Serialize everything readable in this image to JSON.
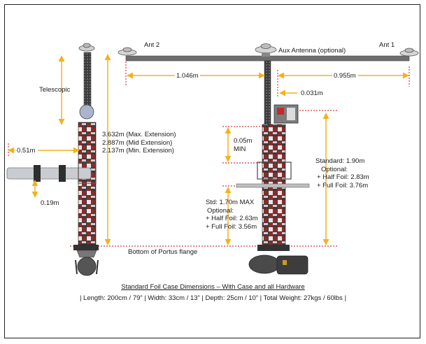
{
  "antennas": {
    "ant2": "Ant 2",
    "ant1": "Ant 1",
    "aux": "Aux Antenna (optional)"
  },
  "measurements": {
    "telescopic": "Telescopic",
    "left_boom_span": "1.046m",
    "right_boom_span": "0.955m",
    "mast_offset": "0.031m",
    "arm_length": "0.51m",
    "clamp_height": "0.19m",
    "extension_lines": [
      "3.632m (Max. Extension)",
      "2.887m (Mid Extension)",
      "2.137m (Min. Extension)"
    ],
    "gap_lines": [
      "0.05m",
      "MIN"
    ],
    "standard_lines": [
      "Standard: 1.90m",
      "Optional:",
      "+ Half Foil: 2.83m",
      "+ Full Foil: 3.76m"
    ],
    "std_max_lines": [
      "Std: 1.70m  MAX",
      "Optional:",
      "+ Half Foil: 2.63m",
      "+ Full Foil: 3.56m"
    ],
    "flange": "Bottom of Portus flange"
  },
  "footer": {
    "title": "Standard Foil Case Dimensions – With Case and all Hardware",
    "specs": "|  Length: 200cm / 79”  |  Width: 33cm / 13”  |  Depth: 25cm / 10”  |  Total Weight: 27kgs / 60lbs  |"
  },
  "colors": {
    "arrow": "#f2b21c",
    "guide": "#d63a3a",
    "mast_red": "#9a2b2b",
    "mast_dark": "#2a2a2a",
    "frame": "#222222"
  }
}
